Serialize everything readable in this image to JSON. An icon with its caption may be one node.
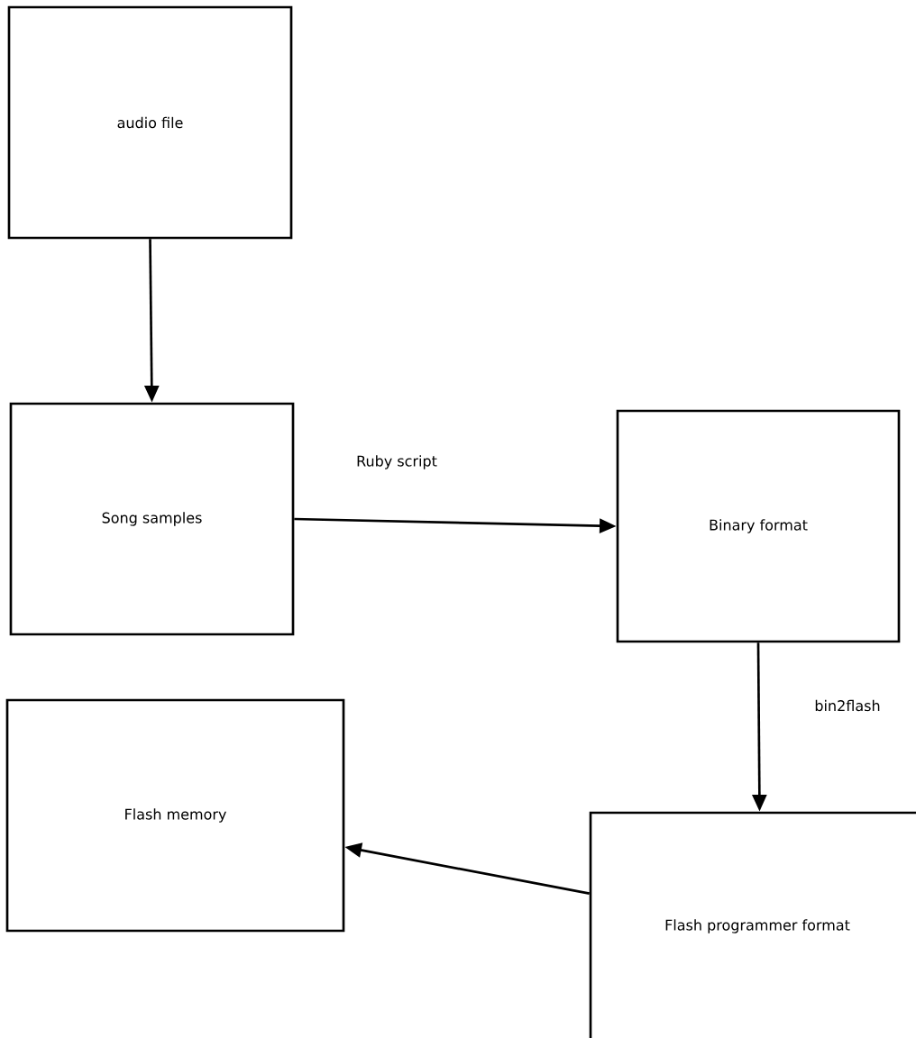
{
  "diagram": {
    "nodes": [
      {
        "text": [
          "audio file"
        ]
      },
      {
        "text": [
          "Song samples"
        ]
      },
      {
        "text": [
          "Binary format"
        ]
      },
      {
        "text": [
          "Flash memory"
        ]
      },
      {
        "text": [
          "Flash programmer format"
        ]
      }
    ],
    "edges": [
      {
        "from": 0,
        "to": 1,
        "arrow": "to"
      },
      {
        "from": 1,
        "to": 2,
        "arrow": "to",
        "label": "Ruby script"
      },
      {
        "from": 2,
        "to": 4,
        "arrow": "to",
        "label": "bin2flash"
      },
      {
        "from": 4,
        "to": 3,
        "arrow": "to"
      }
    ]
  }
}
